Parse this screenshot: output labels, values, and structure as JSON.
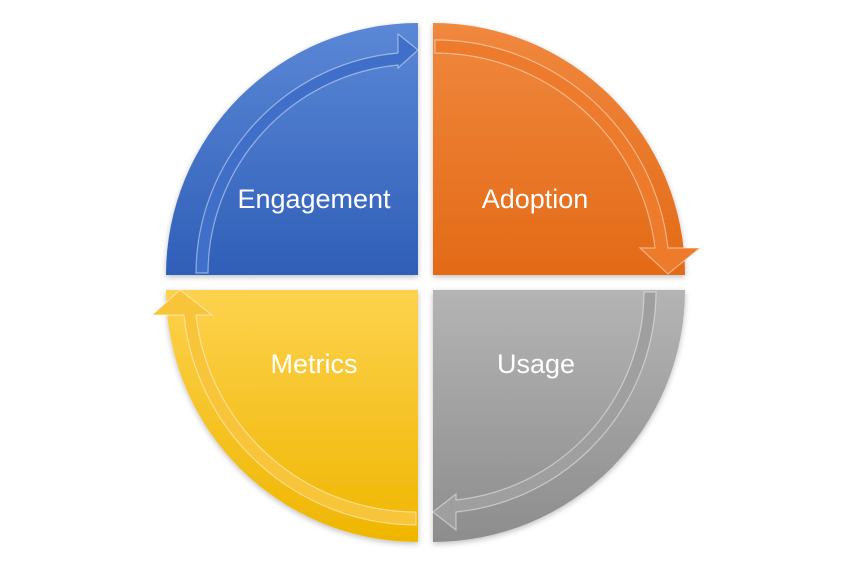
{
  "diagram": {
    "quadrants": [
      {
        "id": "engagement",
        "label": "Engagement",
        "colors": [
          "#5b87d6",
          "#2f5fb8"
        ],
        "arrow_color": "#3b6cc6"
      },
      {
        "id": "adoption",
        "label": "Adoption",
        "colors": [
          "#f0883e",
          "#e36a17"
        ],
        "arrow_color": "#ee7a2b"
      },
      {
        "id": "usage",
        "label": "Usage",
        "colors": [
          "#b4b4b4",
          "#8d8d8d"
        ],
        "arrow_color": "#9e9e9e"
      },
      {
        "id": "metrics",
        "label": "Metrics",
        "colors": [
          "#fdd24e",
          "#efb600"
        ],
        "arrow_color": "#f9c73a"
      }
    ]
  }
}
